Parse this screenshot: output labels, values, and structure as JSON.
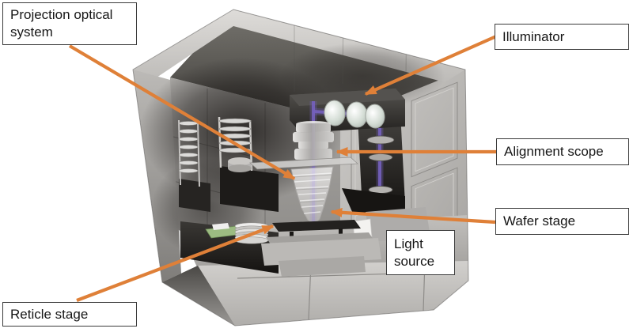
{
  "figure": {
    "labels": {
      "projection_optical_system": "Projection optical system",
      "illuminator": "Illuminator",
      "alignment_scope": "Alignment scope",
      "wafer_stage": "Wafer stage",
      "light_source": "Light source",
      "reticle_stage": "Reticle stage"
    }
  },
  "colors": {
    "arrow": "#DF8038",
    "beam": "#7561BE",
    "label_bg": "#FFFFFF",
    "label_border": "#3B3B3B",
    "label_text": "#161616"
  }
}
